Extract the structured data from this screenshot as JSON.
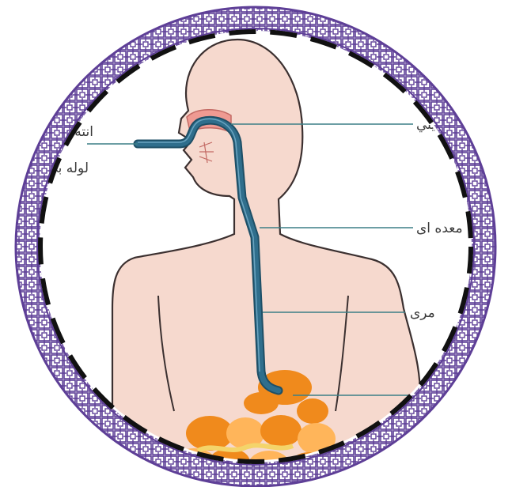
{
  "labels": {
    "left_top": "انته",
    "left_bottom": "لوله بي",
    "right_nasal": "بيني",
    "right_stomach_tube": "معده ای",
    "right_esophagus": "مری",
    "right_stomach": ""
  },
  "colors": {
    "frame": "#5e3f97",
    "frame_light": "#d9c9ef",
    "dash": "#111111",
    "skin": "#f6d9ce",
    "outline": "#3b3030",
    "tube": "#2f6e8c",
    "tube_highlight": "#6aa4c0",
    "leader": "#3c7f86",
    "intestine": "#f08a1c",
    "intestine_light": "#ffb55a",
    "yellow": "#f4d46a",
    "nasal": "#ef9a92"
  }
}
